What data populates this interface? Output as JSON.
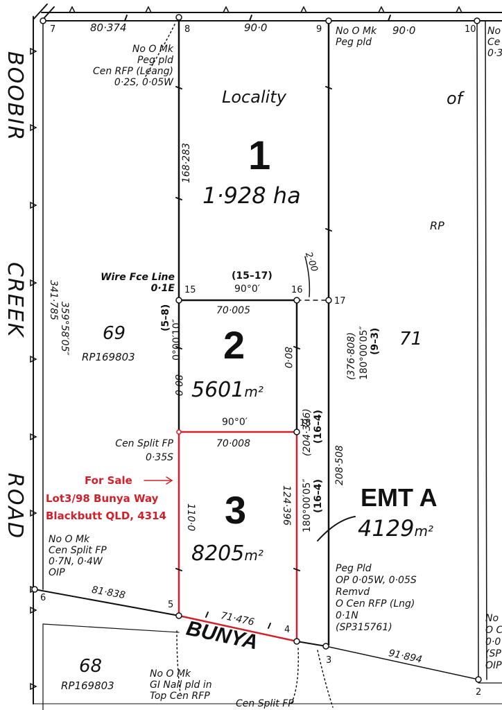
{
  "points": {
    "p2": "2",
    "p3": "3",
    "p4": "4",
    "p5": "5",
    "p6": "6",
    "p7": "7",
    "p8": "8",
    "p9": "9",
    "p10": "10",
    "p15": "15",
    "p16": "16",
    "p17": "17",
    "p18": "18"
  },
  "distances": {
    "d_7_8": "80·374",
    "d_8_9": "90·0",
    "d_9_10": "90·0",
    "d_8_15": "168·283",
    "d_15_16": "70·005",
    "d_15_18": "80·0",
    "d_16_18": "80·0",
    "d_18_right": "70·008",
    "d_5_18": "110·0",
    "d_4_18": "124·396",
    "d_5_4": "71·476",
    "d_6_5": "81·838",
    "d_3_2": "91·894",
    "d_17_3": "208·508",
    "d_16_17": "2·00",
    "d_left_road": "341·785",
    "bearing_left": "359°58′05″"
  },
  "brackets": {
    "b_15_17": "(15–17)",
    "a_15_16": "90°0′",
    "a_18": "90°0′",
    "b_5_8": "(5–8)",
    "a_5_8": "0°00′10″",
    "b_376": "(376·808)",
    "a_180_top": "180°00′05″",
    "b_9_3": "(9–3)",
    "b_204": "(204·396)",
    "b_16_4a": "(16–4)",
    "a_180_mid": "180°00′05″",
    "b_16_4b": "(16–4)"
  },
  "lots": {
    "lot1": {
      "locality": "Locality",
      "number": "1",
      "area": "1·928 ha"
    },
    "lot2": {
      "number": "2",
      "area": "5601",
      "unit": "m²"
    },
    "lot3": {
      "number": "3",
      "area": "8205",
      "unit": "m²"
    },
    "emt": {
      "label": "EMT A",
      "area": "4129",
      "unit": "m²"
    },
    "of": "of",
    "rp": "RP",
    "lot69": {
      "number": "69",
      "plan": "RP169803"
    },
    "lot71": {
      "number": "71"
    },
    "lot68": {
      "number": "68",
      "plan": "RP169803"
    }
  },
  "roads": {
    "boobir": "BOOBIR",
    "creek": "CREEK",
    "road": "ROAD",
    "bunya": "BUNYA"
  },
  "notes": {
    "n8": [
      "No O Mk",
      "Peg pld",
      "Cen RFP (Leang)",
      "0·2S, 0·05W"
    ],
    "n9": [
      "No O Mk",
      "Peg pld"
    ],
    "n10": [
      "No",
      "Ce",
      "0·3"
    ],
    "wire": [
      "Wire Fce Line",
      "0·1E"
    ],
    "cen18": [
      "Cen Split FP",
      "0·35S"
    ],
    "n6": [
      "No O Mk",
      "Cen Split FP",
      "0·7N, 0·4W",
      "OIP"
    ],
    "n3": [
      "Peg Pld",
      "OP 0·05W, 0·05S",
      "Remvd",
      "O Cen RFP (Lng)",
      "0·1N",
      "(SP315761)"
    ],
    "n2": [
      "No",
      "O C",
      "0·0",
      "(SP",
      "OIP"
    ],
    "n5": [
      "No O Mk",
      "GI Nail pld in",
      "Top Cen RFP"
    ],
    "n4": "Cen Split FP"
  },
  "sale": {
    "arrow_label": "For Sale",
    "line1": "Lot3/98 Bunya Way",
    "line2": "Blackbutt QLD, 4314",
    "color": "#d0202a"
  }
}
